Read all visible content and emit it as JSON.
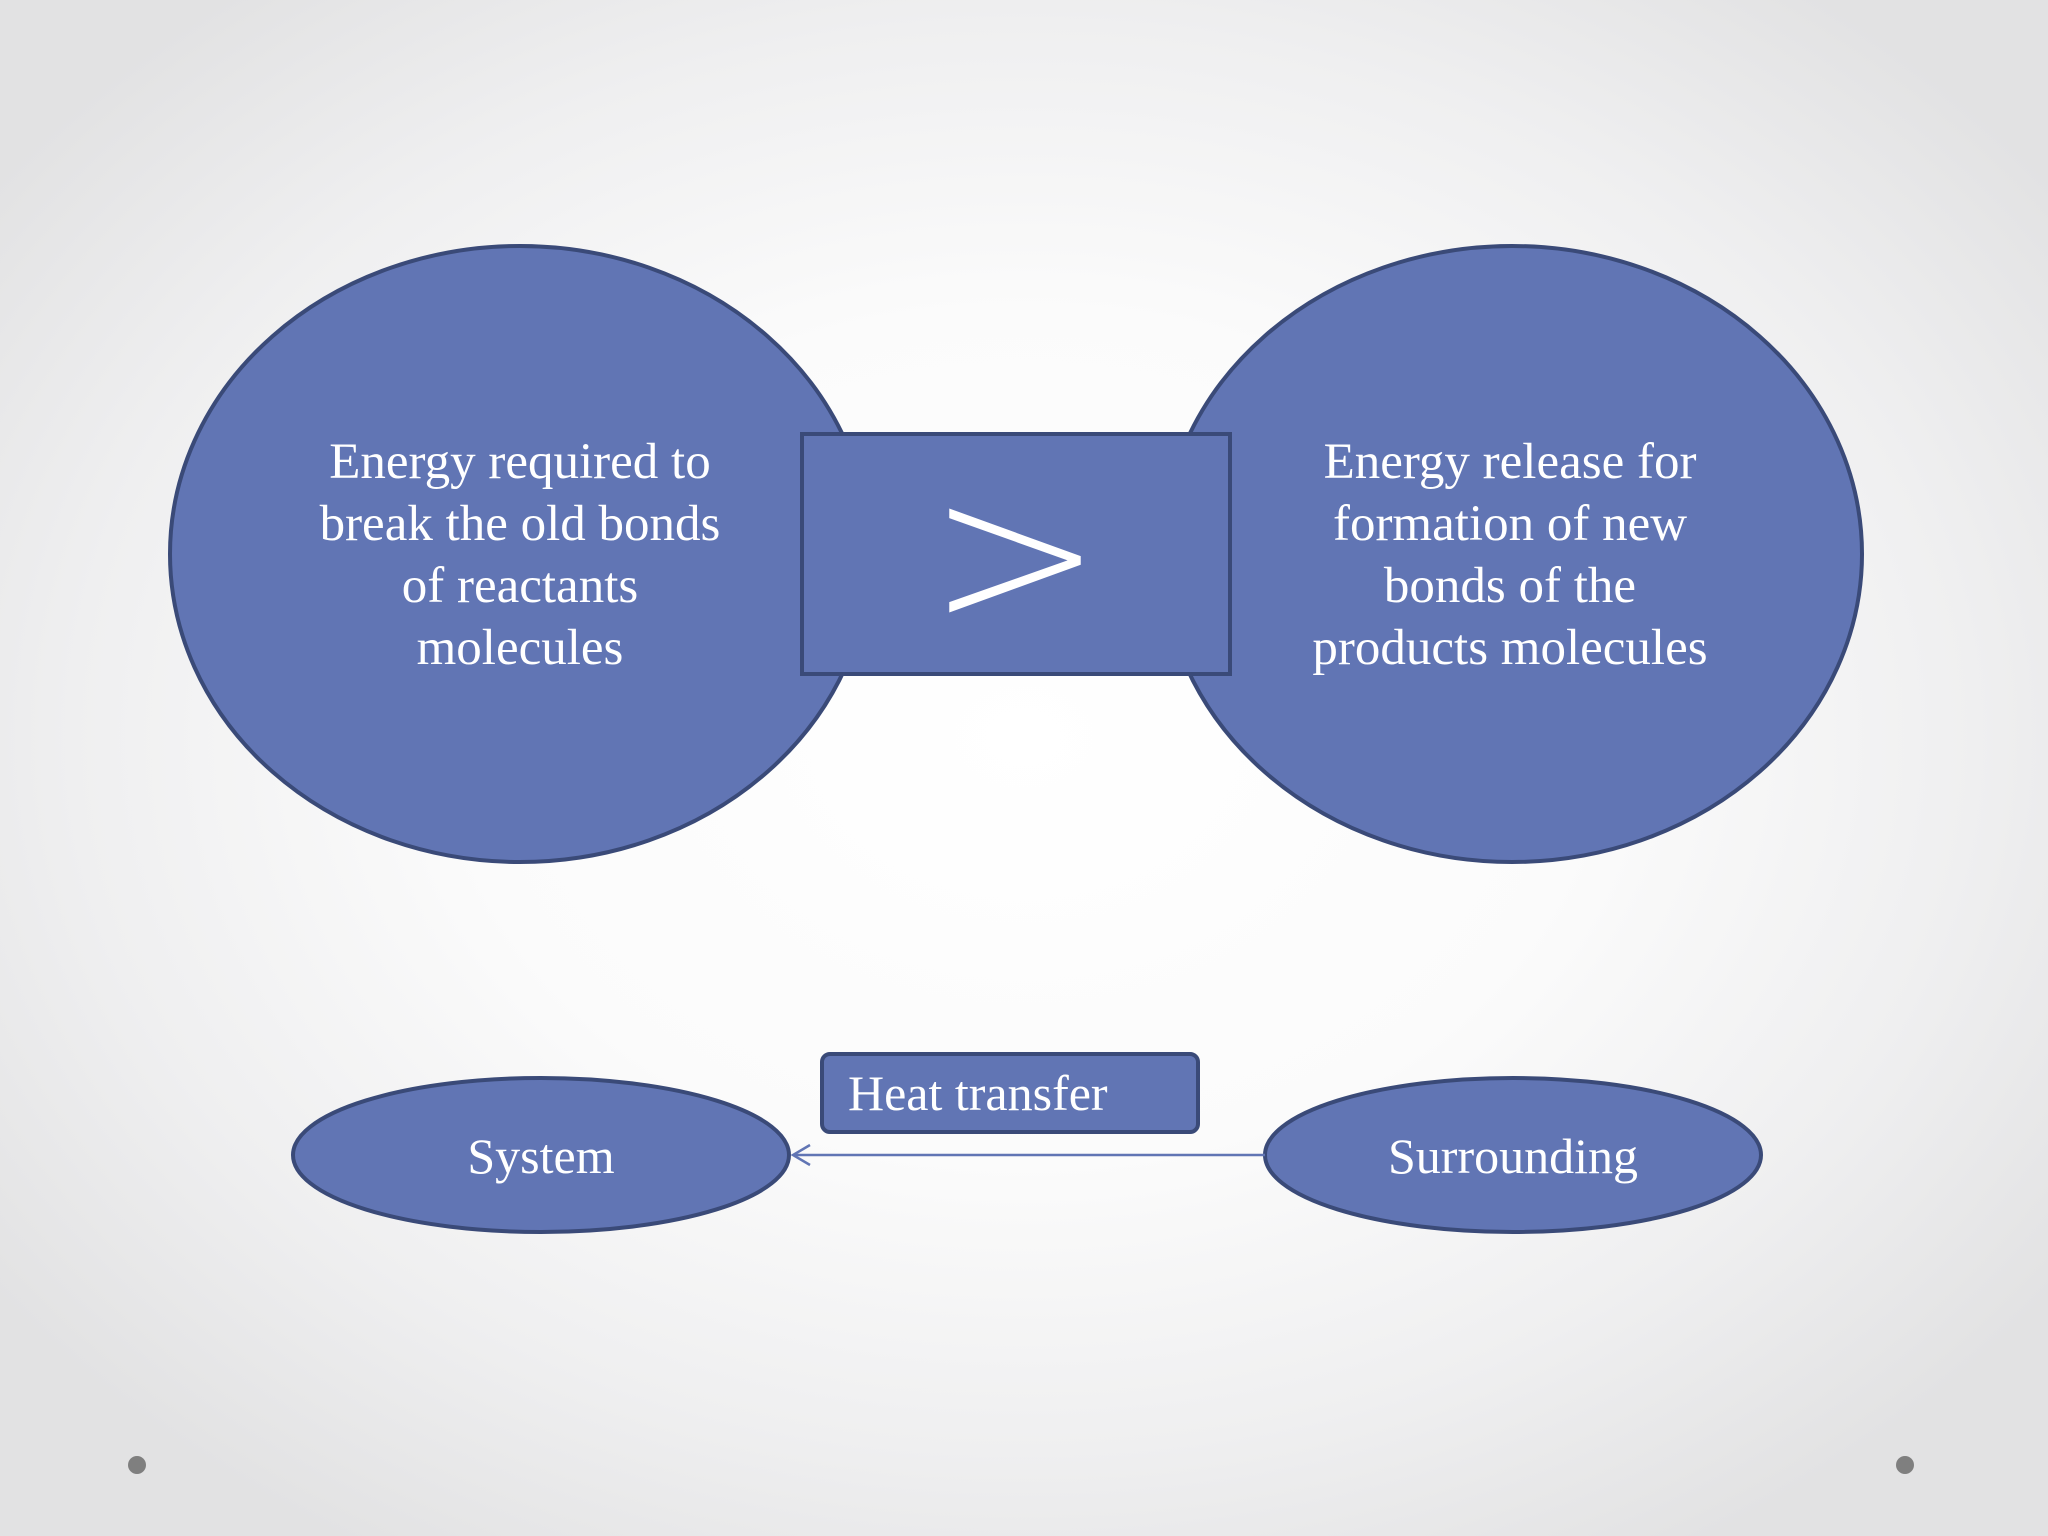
{
  "comparison": {
    "left_label": "Energy required to\nbreak the old bonds\nof reactants\nmolecules",
    "operator": ">",
    "right_label": "Energy release for\nformation of new\nbonds of the\nproducts molecules"
  },
  "heat_flow": {
    "source_label": "Surrounding",
    "target_label": "System",
    "arrow_label": "Heat transfer",
    "direction": "surrounding-to-system"
  },
  "colors": {
    "shape_fill": "#6175b4",
    "shape_outline": "#3a4a78",
    "text": "#ffffff",
    "nav_dot": "#7f7f7f"
  }
}
